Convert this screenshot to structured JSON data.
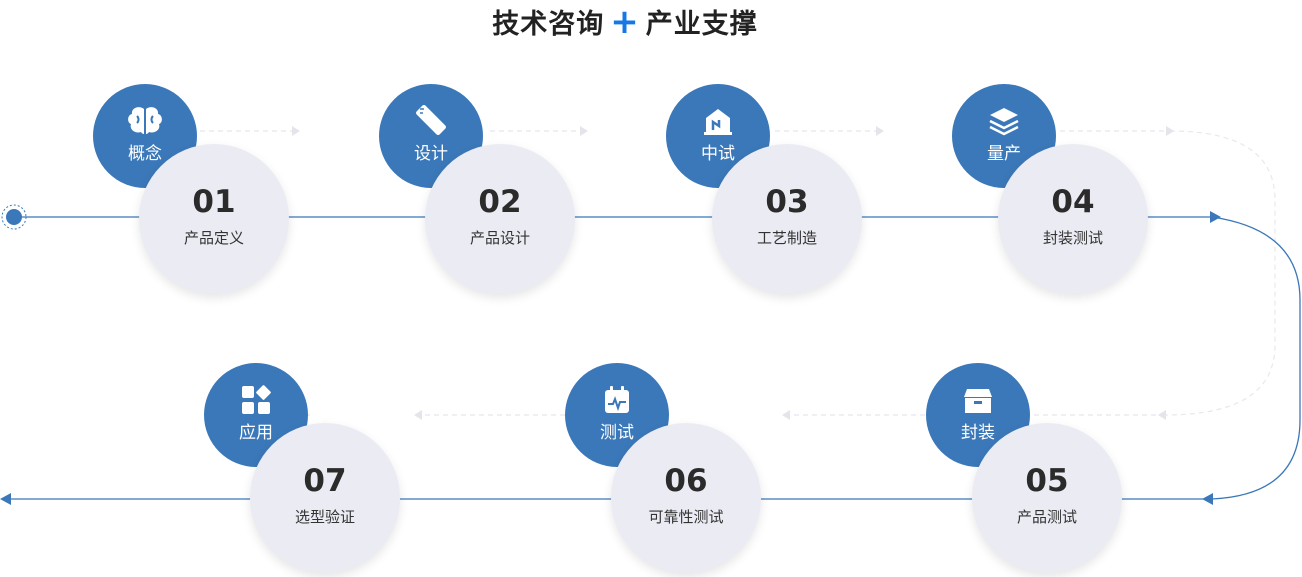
{
  "title": {
    "left": "技术咨询",
    "plus": "+",
    "right": "产业支撑"
  },
  "colors": {
    "accent": "#3b78b9",
    "plus": "#1677e6",
    "circle": "#ebebf4",
    "line": "#3b78b9"
  },
  "steps": [
    {
      "number": "01",
      "label": "产品定义",
      "badge": "概念",
      "icon": "brain-icon"
    },
    {
      "number": "02",
      "label": "产品设计",
      "badge": "设计",
      "icon": "pencil-ruler-icon"
    },
    {
      "number": "03",
      "label": "工艺制造",
      "badge": "中试",
      "icon": "factory-icon"
    },
    {
      "number": "04",
      "label": "封装测试",
      "badge": "量产",
      "icon": "layers-icon"
    },
    {
      "number": "05",
      "label": "产品测试",
      "badge": "封装",
      "icon": "box-icon"
    },
    {
      "number": "06",
      "label": "可靠性测试",
      "badge": "测试",
      "icon": "calendar-pulse-icon"
    },
    {
      "number": "07",
      "label": "选型验证",
      "badge": "应用",
      "icon": "app-grid-icon"
    }
  ]
}
